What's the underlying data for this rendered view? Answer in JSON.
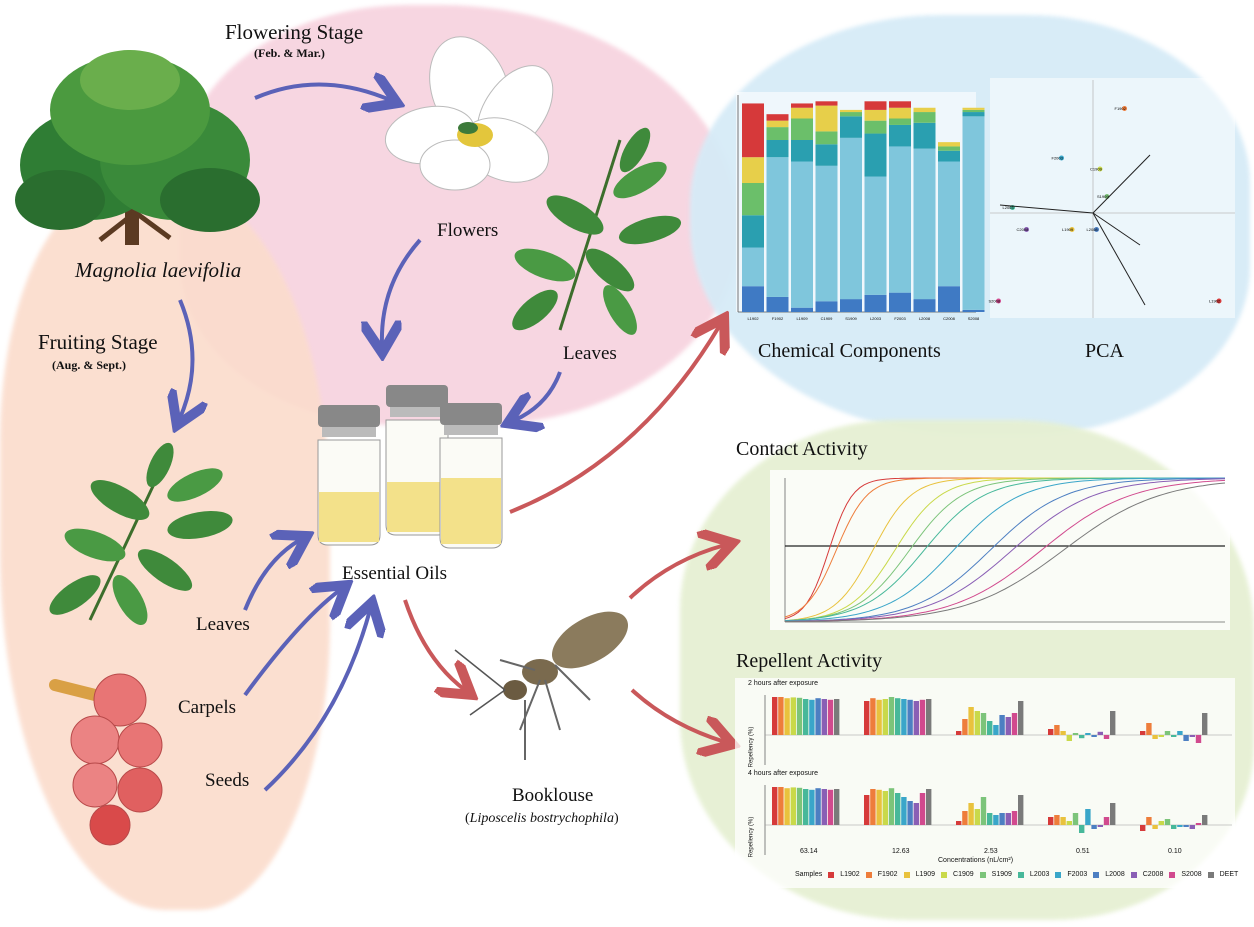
{
  "labels": {
    "flowering_stage": "Flowering Stage",
    "flowering_months": "(Feb. & Mar.)",
    "fruiting_stage": "Fruiting Stage",
    "fruiting_months": "(Aug. & Sept.)",
    "species": "Magnolia laevifolia",
    "flowers": "Flowers",
    "leaves_top": "Leaves",
    "leaves_bottom": "Leaves",
    "carpels": "Carpels",
    "seeds": "Seeds",
    "essential_oils": "Essential Oils",
    "booklouse": "Booklouse",
    "booklouse_latin": "Liposcelis bostrychophila",
    "chemical_components": "Chemical Components",
    "pca": "PCA",
    "contact_activity": "Contact Activity",
    "repellent_activity": "Repellent Activity",
    "rep_2h": "2 hours after exposure",
    "rep_4h": "4 hours after exposure",
    "rep_xlabel": "Concentrations (nL/cm²)",
    "rep_ylabel": "Repellency (%)",
    "samples_label": "Samples"
  },
  "samples": [
    "L1902",
    "F1902",
    "L1909",
    "C1909",
    "S1909",
    "L2003",
    "F2003",
    "L2008",
    "C2008",
    "S2008",
    "DEET"
  ],
  "concentrations": [
    "63.14",
    "12.63",
    "2.53",
    "0.51",
    "0.10"
  ],
  "colors": {
    "blue_arrow": "#5b62b8",
    "red_arrow": "#c9585a",
    "pink_bg": "#f7d2de",
    "peach_bg": "#fbdccc",
    "blue_bg": "#d6ebf7",
    "green_bg": "#e6f0d3"
  },
  "sample_colors": [
    "#d63a3a",
    "#ee7d3b",
    "#e9c23d",
    "#c9d94a",
    "#7cc47a",
    "#47b89a",
    "#3aa6c9",
    "#4d7fc2",
    "#8a5fb5",
    "#d14a8e",
    "#7a7a7a"
  ],
  "chart_data": [
    {
      "type": "bar",
      "title": "Chemical Components",
      "categories": [
        "L1902",
        "F1902",
        "L1909",
        "C1909",
        "S1909",
        "L2003",
        "F2003",
        "L2008",
        "C2008",
        "S2008"
      ],
      "ylim": [
        0,
        100
      ],
      "series": [
        {
          "values": [
            12,
            7,
            2,
            5,
            6,
            8,
            9,
            6,
            12,
            1
          ]
        },
        {
          "values": [
            18,
            65,
            68,
            63,
            75,
            55,
            68,
            70,
            58,
            90
          ]
        },
        {
          "values": [
            15,
            8,
            10,
            10,
            10,
            20,
            10,
            12,
            5,
            2
          ]
        },
        {
          "values": [
            15,
            6,
            10,
            6,
            2,
            6,
            3,
            5,
            2,
            1
          ]
        },
        {
          "values": [
            12,
            3,
            5,
            12,
            1,
            5,
            5,
            2,
            2,
            1
          ]
        },
        {
          "values": [
            25,
            3,
            2,
            2,
            0,
            4,
            3,
            0,
            0,
            0
          ]
        }
      ]
    },
    {
      "type": "scatter",
      "title": "PCA",
      "points": [
        {
          "name": "F1902",
          "x": 0.9,
          "y": 1.9
        },
        {
          "name": "C1909",
          "x": 0.2,
          "y": 0.8
        },
        {
          "name": "S1909",
          "x": 0.4,
          "y": 0.3
        },
        {
          "name": "L2008",
          "x": 0.1,
          "y": -0.3
        },
        {
          "name": "C2008",
          "x": -1.9,
          "y": -0.3
        },
        {
          "name": "L2003",
          "x": -2.3,
          "y": 0.1
        },
        {
          "name": "L1909",
          "x": -0.6,
          "y": -0.3
        },
        {
          "name": "S2008",
          "x": -2.7,
          "y": -1.6
        },
        {
          "name": "L1902",
          "x": 3.6,
          "y": -1.6
        },
        {
          "name": "F2003",
          "x": -0.9,
          "y": 1.0
        }
      ]
    },
    {
      "type": "line",
      "title": "Contact Activity",
      "xlim": [
        0,
        300
      ],
      "ylim": [
        0,
        100
      ]
    },
    {
      "type": "bar",
      "title": "Repellent Activity",
      "ylim": [
        -50,
        100
      ]
    }
  ]
}
